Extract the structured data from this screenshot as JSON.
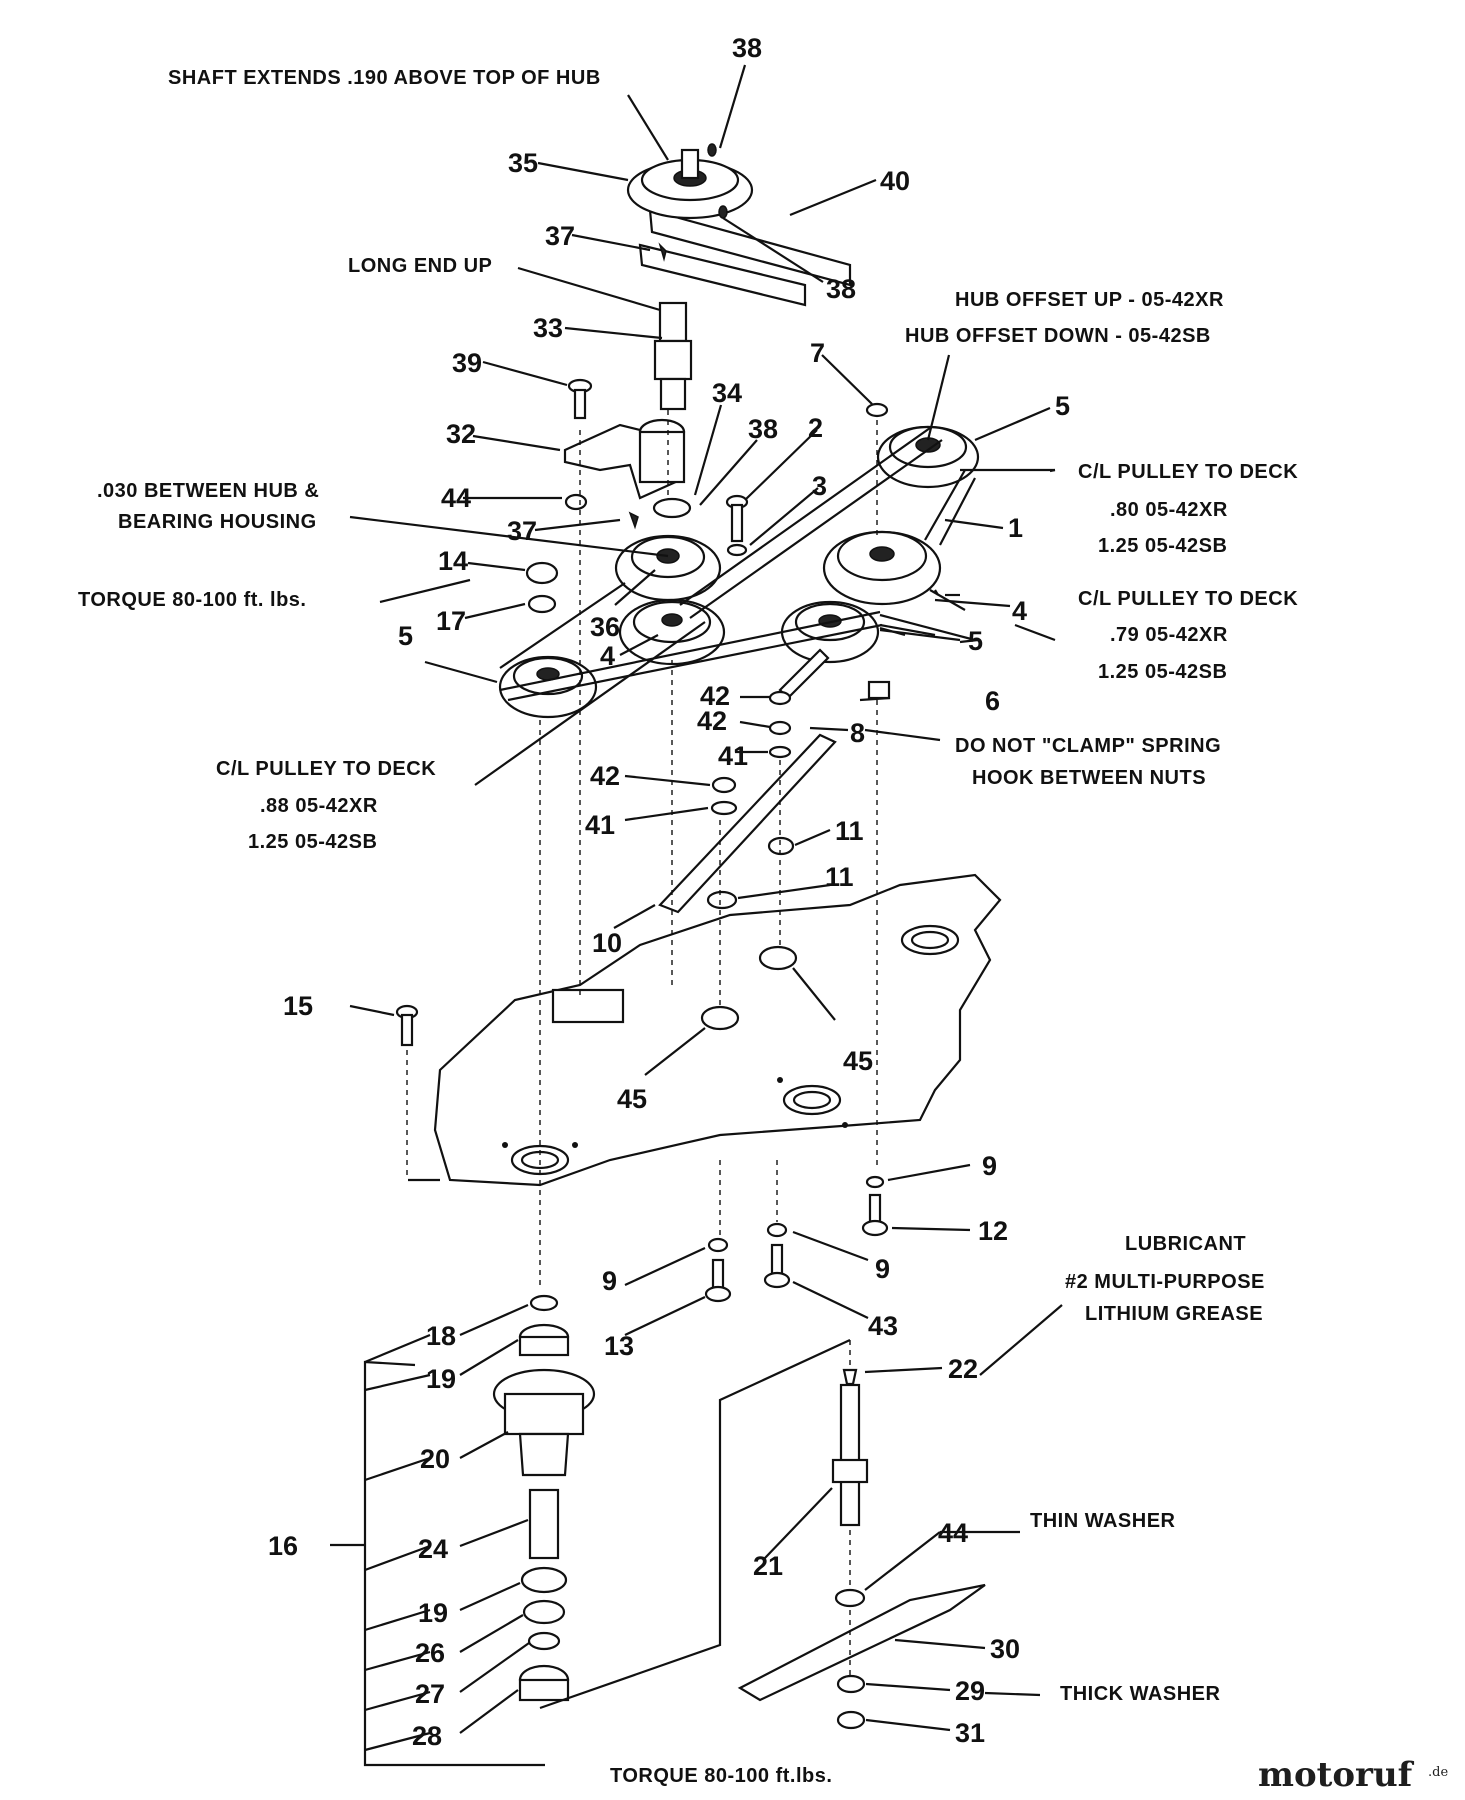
{
  "diagram": {
    "notes": {
      "shaft_extends": "SHAFT EXTENDS .190 ABOVE TOP OF HUB",
      "long_end_up": "LONG END UP",
      "hub_offset_up": "HUB OFFSET UP - 05-42XR",
      "hub_offset_down": "HUB OFFSET DOWN - 05-42SB",
      "cl_pulley_a_title": "C/L PULLEY TO DECK",
      "cl_pulley_a_xr": ".80  05-42XR",
      "cl_pulley_a_sb": "1.25  05-42SB",
      "cl_pulley_b_title": "C/L PULLEY TO DECK",
      "cl_pulley_b_xr": ".79  05-42XR",
      "cl_pulley_b_sb": "1.25  05-42SB",
      "cl_pulley_c_title": "C/L PULLEY TO DECK",
      "cl_pulley_c_xr": ".88  05-42XR",
      "cl_pulley_c_sb": "1.25  05-42SB",
      "gap_line1": ".030 BETWEEN HUB &",
      "gap_line2": "BEARING HOUSING",
      "torque_top": "TORQUE 80-100 ft. lbs.",
      "spring_line1": "DO NOT \"CLAMP\" SPRING",
      "spring_line2": "HOOK BETWEEN NUTS",
      "lubricant_line1": "LUBRICANT",
      "lubricant_line2": "#2 MULTI-PURPOSE",
      "lubricant_line3": "LITHIUM GREASE",
      "thin_washer": "THIN WASHER",
      "thick_washer": "THICK WASHER",
      "torque_bottom": "TORQUE  80-100 ft.lbs."
    },
    "callouts": {
      "c38a": "38",
      "c35": "35",
      "c40": "40",
      "c37a": "37",
      "c38b": "38",
      "c33": "33",
      "c39": "39",
      "c7": "7",
      "c5a": "5",
      "c32": "32",
      "c34": "34",
      "c38c": "38",
      "c2": "2",
      "c3": "3",
      "c44a": "44",
      "c37b": "37",
      "c1": "1",
      "c14": "14",
      "c17": "17",
      "c36": "36",
      "c4a": "4",
      "c4b": "4",
      "c5b": "5",
      "c5c": "5",
      "c6": "6",
      "c42a": "42",
      "c42b": "42",
      "c8": "8",
      "c41a": "41",
      "c42c": "42",
      "c41b": "41",
      "c11a": "11",
      "c11b": "11",
      "c10": "10",
      "c15": "15",
      "c45a": "45",
      "c45b": "45",
      "c9a": "9",
      "c12": "12",
      "c9b": "9",
      "c9c": "9",
      "c13": "13",
      "c43": "43",
      "c18": "18",
      "c19a": "19",
      "c22": "22",
      "c20": "20",
      "c16": "16",
      "c24": "24",
      "c21": "21",
      "c44b": "44",
      "c19b": "19",
      "c26": "26",
      "c30": "30",
      "c27": "27",
      "c29": "29",
      "c28": "28",
      "c31": "31"
    }
  },
  "watermark": {
    "brand": "motoruf",
    "suffix": ".de"
  }
}
